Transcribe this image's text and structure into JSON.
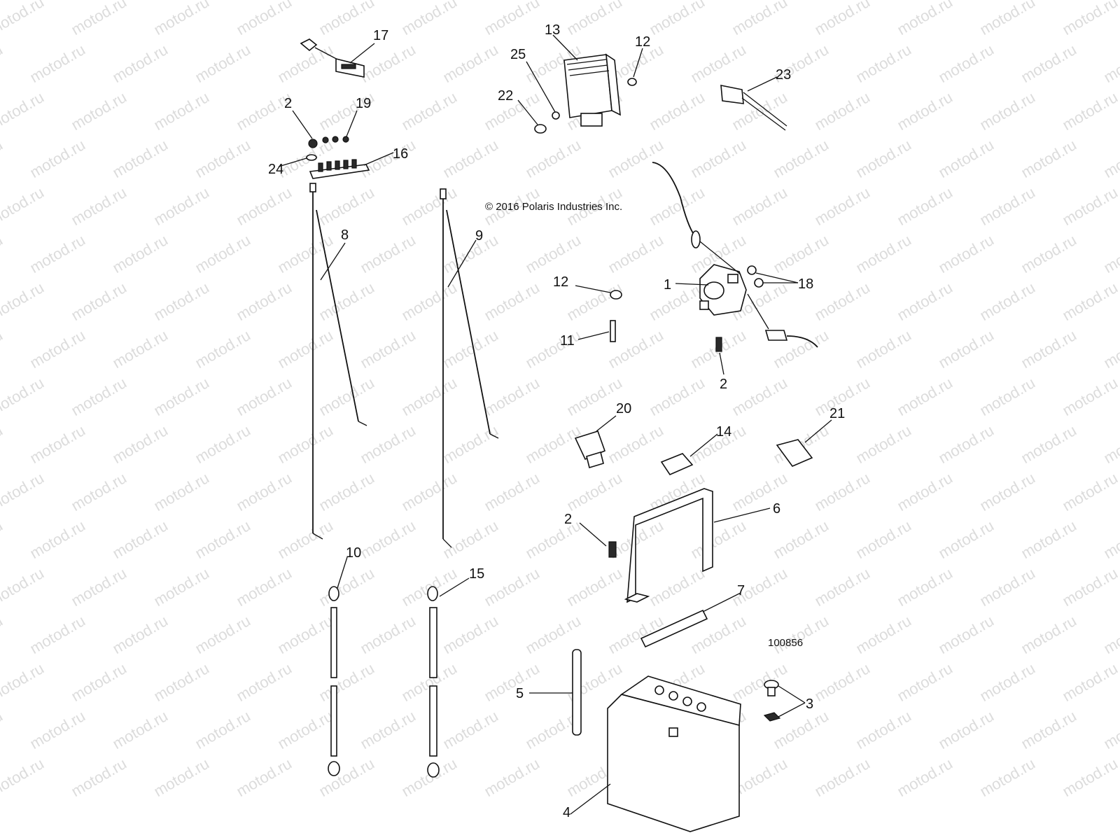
{
  "watermark": "motod.ru",
  "copyright": "© 2016 Polaris Industries Inc.",
  "diagram_id": "100856",
  "callouts": {
    "c1": "1",
    "c2a": "2",
    "c2b": "2",
    "c2c": "2",
    "c3": "3",
    "c4": "4",
    "c5": "5",
    "c6": "6",
    "c7": "7",
    "c8": "8",
    "c9": "9",
    "c10": "10",
    "c11": "11",
    "c12a": "12",
    "c12b": "12",
    "c13": "13",
    "c14": "14",
    "c15": "15",
    "c16": "16",
    "c17": "17",
    "c18": "18",
    "c19": "19",
    "c20": "20",
    "c21": "21",
    "c22": "22",
    "c23": "23",
    "c24": "24",
    "c25": "25"
  }
}
